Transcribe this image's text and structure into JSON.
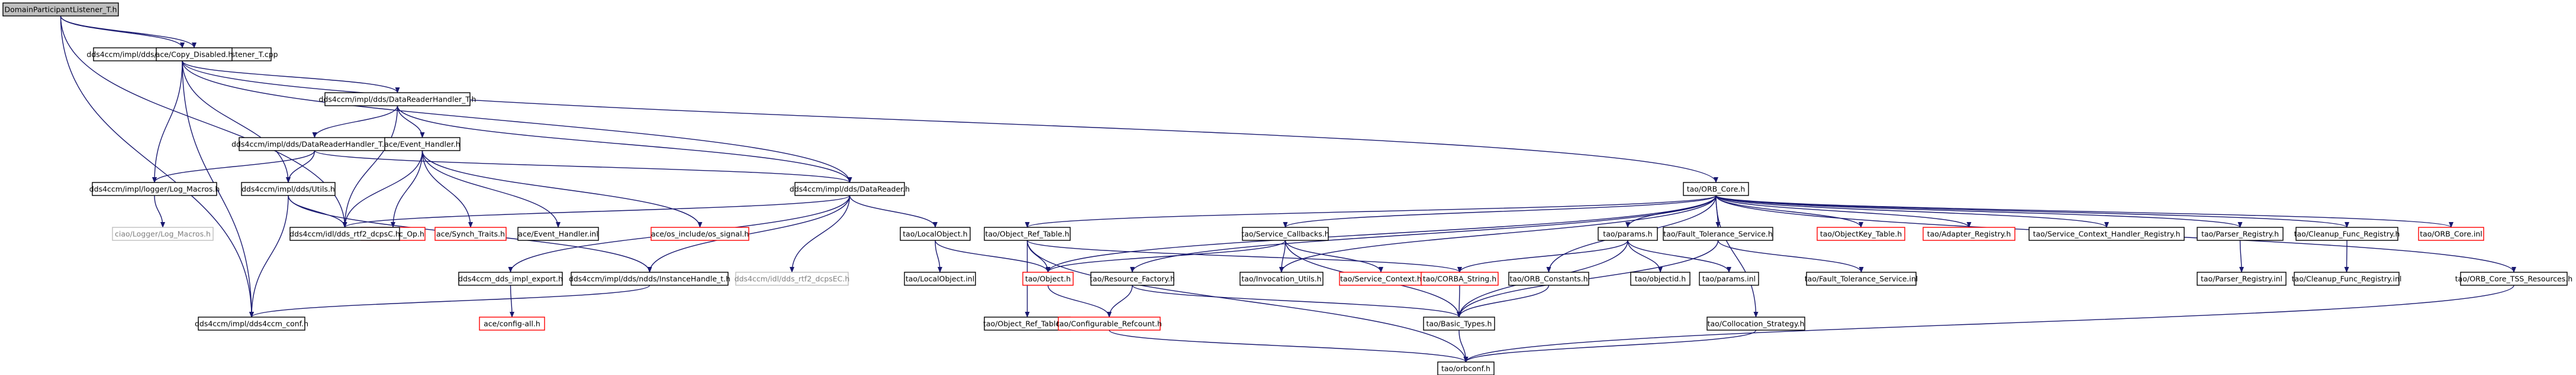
{
  "graph": {
    "colors": {
      "background": "#ffffff",
      "root_fill": "#bfbfbf",
      "node_fill": "#ffffff",
      "node_border_doc": "#000000",
      "node_border_undoc": "#ff0000",
      "node_border_external": "#bfbfbf",
      "edge": "#191970",
      "text": "#000000",
      "text_external": "#7f7f7f"
    },
    "nodes": [
      {
        "id": "n0",
        "label": "DomainParticipantListener_T.h",
        "kind": "root"
      },
      {
        "id": "n1",
        "label": "dds4ccm/impl/dds/DomainParticipantListener_T.cpp",
        "kind": "doc"
      },
      {
        "id": "n2",
        "label": "ace/Copy_Disabled.h",
        "kind": "doc"
      },
      {
        "id": "n3",
        "label": "dds4ccm/impl/dds/DataReaderHandler_T.h",
        "kind": "doc"
      },
      {
        "id": "n4",
        "label": "dds4ccm/impl/dds/DataReaderHandler_T.cpp",
        "kind": "doc"
      },
      {
        "id": "n5",
        "label": "ace/Event_Handler.h",
        "kind": "doc"
      },
      {
        "id": "n6",
        "label": "dds4ccm/impl/logger/Log_Macros.h",
        "kind": "doc"
      },
      {
        "id": "n7",
        "label": "dds4ccm/impl/dds/Utils.h",
        "kind": "doc"
      },
      {
        "id": "n8",
        "label": "ace/Atomic_Op.h",
        "kind": "undoc"
      },
      {
        "id": "n9",
        "label": "ace/Synch_Traits.h",
        "kind": "undoc"
      },
      {
        "id": "n10",
        "label": "ace/Event_Handler.inl",
        "kind": "doc"
      },
      {
        "id": "n11",
        "label": "ace/os_include/os_signal.h",
        "kind": "undoc"
      },
      {
        "id": "n12",
        "label": "dds4ccm/impl/dds/DataReader.h",
        "kind": "doc"
      },
      {
        "id": "n13",
        "label": "ciao/Logger/Log_Macros.h",
        "kind": "external"
      },
      {
        "id": "n14",
        "label": "dds4ccm/idl/dds_rtf2_dcpsC.h",
        "kind": "doc"
      },
      {
        "id": "n15",
        "label": "dds4ccm_dds_impl_export.h",
        "kind": "doc"
      },
      {
        "id": "n16",
        "label": "dds4ccm/impl/dds/ndds/InstanceHandle_t.h",
        "kind": "doc"
      },
      {
        "id": "n17",
        "label": "dds4ccm/idl/dds_rtf2_dcpsEC.h",
        "kind": "external"
      },
      {
        "id": "n18",
        "label": "tao/LocalObject.h",
        "kind": "doc"
      },
      {
        "id": "n19",
        "label": "dds4ccm/impl/dds4ccm_conf.h",
        "kind": "doc"
      },
      {
        "id": "n20",
        "label": "ace/config-all.h",
        "kind": "undoc"
      },
      {
        "id": "n21",
        "label": "tao/LocalObject.inl",
        "kind": "doc"
      },
      {
        "id": "n22",
        "label": "tao/ORB_Core.h",
        "kind": "doc"
      },
      {
        "id": "n23",
        "label": "tao/Object_Ref_Table.h",
        "kind": "doc"
      },
      {
        "id": "n24",
        "label": "tao/Object.h",
        "kind": "undoc"
      },
      {
        "id": "n25",
        "label": "tao/Object_Ref_Table.inl",
        "kind": "doc"
      },
      {
        "id": "n26",
        "label": "tao/Service_Callbacks.h",
        "kind": "doc"
      },
      {
        "id": "n27",
        "label": "tao/Resource_Factory.h",
        "kind": "doc"
      },
      {
        "id": "n28",
        "label": "tao/Invocation_Utils.h",
        "kind": "doc"
      },
      {
        "id": "n29",
        "label": "tao/Service_Context.h",
        "kind": "undoc"
      },
      {
        "id": "n30",
        "label": "tao/CORBA_String.h",
        "kind": "undoc"
      },
      {
        "id": "n31",
        "label": "tao/Configurable_Refcount.h",
        "kind": "undoc"
      },
      {
        "id": "n32",
        "label": "tao/Basic_Types.h",
        "kind": "doc"
      },
      {
        "id": "n33",
        "label": "tao/orbconf.h",
        "kind": "doc"
      },
      {
        "id": "n34",
        "label": "tao/params.h",
        "kind": "doc"
      },
      {
        "id": "n35",
        "label": "tao/ORB_Constants.h",
        "kind": "doc"
      },
      {
        "id": "n36",
        "label": "tao/objectid.h",
        "kind": "doc"
      },
      {
        "id": "n37",
        "label": "tao/params.inl",
        "kind": "doc"
      },
      {
        "id": "n38",
        "label": "tao/Fault_Tolerance_Service.h",
        "kind": "doc"
      },
      {
        "id": "n39",
        "label": "tao/Fault_Tolerance_Service.inl",
        "kind": "doc"
      },
      {
        "id": "n40",
        "label": "tao/Collocation_Strategy.h",
        "kind": "doc"
      },
      {
        "id": "n41",
        "label": "tao/ObjectKey_Table.h",
        "kind": "undoc"
      },
      {
        "id": "n42",
        "label": "tao/Adapter_Registry.h",
        "kind": "undoc"
      },
      {
        "id": "n43",
        "label": "tao/Service_Context_Handler_Registry.h",
        "kind": "doc"
      },
      {
        "id": "n44",
        "label": "tao/Parser_Registry.h",
        "kind": "doc"
      },
      {
        "id": "n45",
        "label": "tao/Parser_Registry.inl",
        "kind": "doc"
      },
      {
        "id": "n46",
        "label": "tao/Cleanup_Func_Registry.h",
        "kind": "doc"
      },
      {
        "id": "n47",
        "label": "tao/Cleanup_Func_Registry.inl",
        "kind": "doc"
      },
      {
        "id": "n48",
        "label": "tao/ORB_Core.inl",
        "kind": "undoc"
      },
      {
        "id": "n49",
        "label": "tao/ORB_Core_TSS_Resources.h",
        "kind": "doc"
      }
    ],
    "edges": [
      [
        "n0",
        "n1"
      ],
      [
        "n0",
        "n2"
      ],
      [
        "n0",
        "n14"
      ],
      [
        "n0",
        "n19"
      ],
      [
        "n1",
        "n3"
      ],
      [
        "n1",
        "n6"
      ],
      [
        "n1",
        "n7"
      ],
      [
        "n1",
        "n12"
      ],
      [
        "n1",
        "n19"
      ],
      [
        "n1",
        "n22"
      ],
      [
        "n3",
        "n4"
      ],
      [
        "n3",
        "n5"
      ],
      [
        "n3",
        "n12"
      ],
      [
        "n3",
        "n14"
      ],
      [
        "n4",
        "n6"
      ],
      [
        "n4",
        "n7"
      ],
      [
        "n4",
        "n12"
      ],
      [
        "n5",
        "n8"
      ],
      [
        "n5",
        "n9"
      ],
      [
        "n5",
        "n10"
      ],
      [
        "n5",
        "n11"
      ],
      [
        "n5",
        "n14"
      ],
      [
        "n6",
        "n13"
      ],
      [
        "n7",
        "n14"
      ],
      [
        "n7",
        "n19"
      ],
      [
        "n7",
        "n16"
      ],
      [
        "n12",
        "n14"
      ],
      [
        "n12",
        "n15"
      ],
      [
        "n12",
        "n16"
      ],
      [
        "n12",
        "n17"
      ],
      [
        "n12",
        "n18"
      ],
      [
        "n15",
        "n20"
      ],
      [
        "n16",
        "n19"
      ],
      [
        "n18",
        "n21"
      ],
      [
        "n18",
        "n24"
      ],
      [
        "n22",
        "n23"
      ],
      [
        "n22",
        "n24"
      ],
      [
        "n22",
        "n26"
      ],
      [
        "n22",
        "n27"
      ],
      [
        "n22",
        "n28"
      ],
      [
        "n22",
        "n34"
      ],
      [
        "n22",
        "n35"
      ],
      [
        "n22",
        "n38"
      ],
      [
        "n22",
        "n40"
      ],
      [
        "n22",
        "n41"
      ],
      [
        "n22",
        "n42"
      ],
      [
        "n22",
        "n43"
      ],
      [
        "n22",
        "n44"
      ],
      [
        "n22",
        "n46"
      ],
      [
        "n22",
        "n48"
      ],
      [
        "n22",
        "n49"
      ],
      [
        "n23",
        "n24"
      ],
      [
        "n23",
        "n25"
      ],
      [
        "n23",
        "n30"
      ],
      [
        "n23",
        "n33"
      ],
      [
        "n24",
        "n31"
      ],
      [
        "n26",
        "n24"
      ],
      [
        "n26",
        "n28"
      ],
      [
        "n26",
        "n29"
      ],
      [
        "n26",
        "n32"
      ],
      [
        "n27",
        "n31"
      ],
      [
        "n27",
        "n32"
      ],
      [
        "n30",
        "n32"
      ],
      [
        "n31",
        "n33"
      ],
      [
        "n32",
        "n33"
      ],
      [
        "n34",
        "n30"
      ],
      [
        "n34",
        "n36"
      ],
      [
        "n34",
        "n37"
      ],
      [
        "n34",
        "n32"
      ],
      [
        "n35",
        "n32"
      ],
      [
        "n38",
        "n39"
      ],
      [
        "n38",
        "n32"
      ],
      [
        "n40",
        "n33"
      ],
      [
        "n44",
        "n45"
      ],
      [
        "n46",
        "n47"
      ],
      [
        "n49",
        "n33"
      ]
    ]
  }
}
